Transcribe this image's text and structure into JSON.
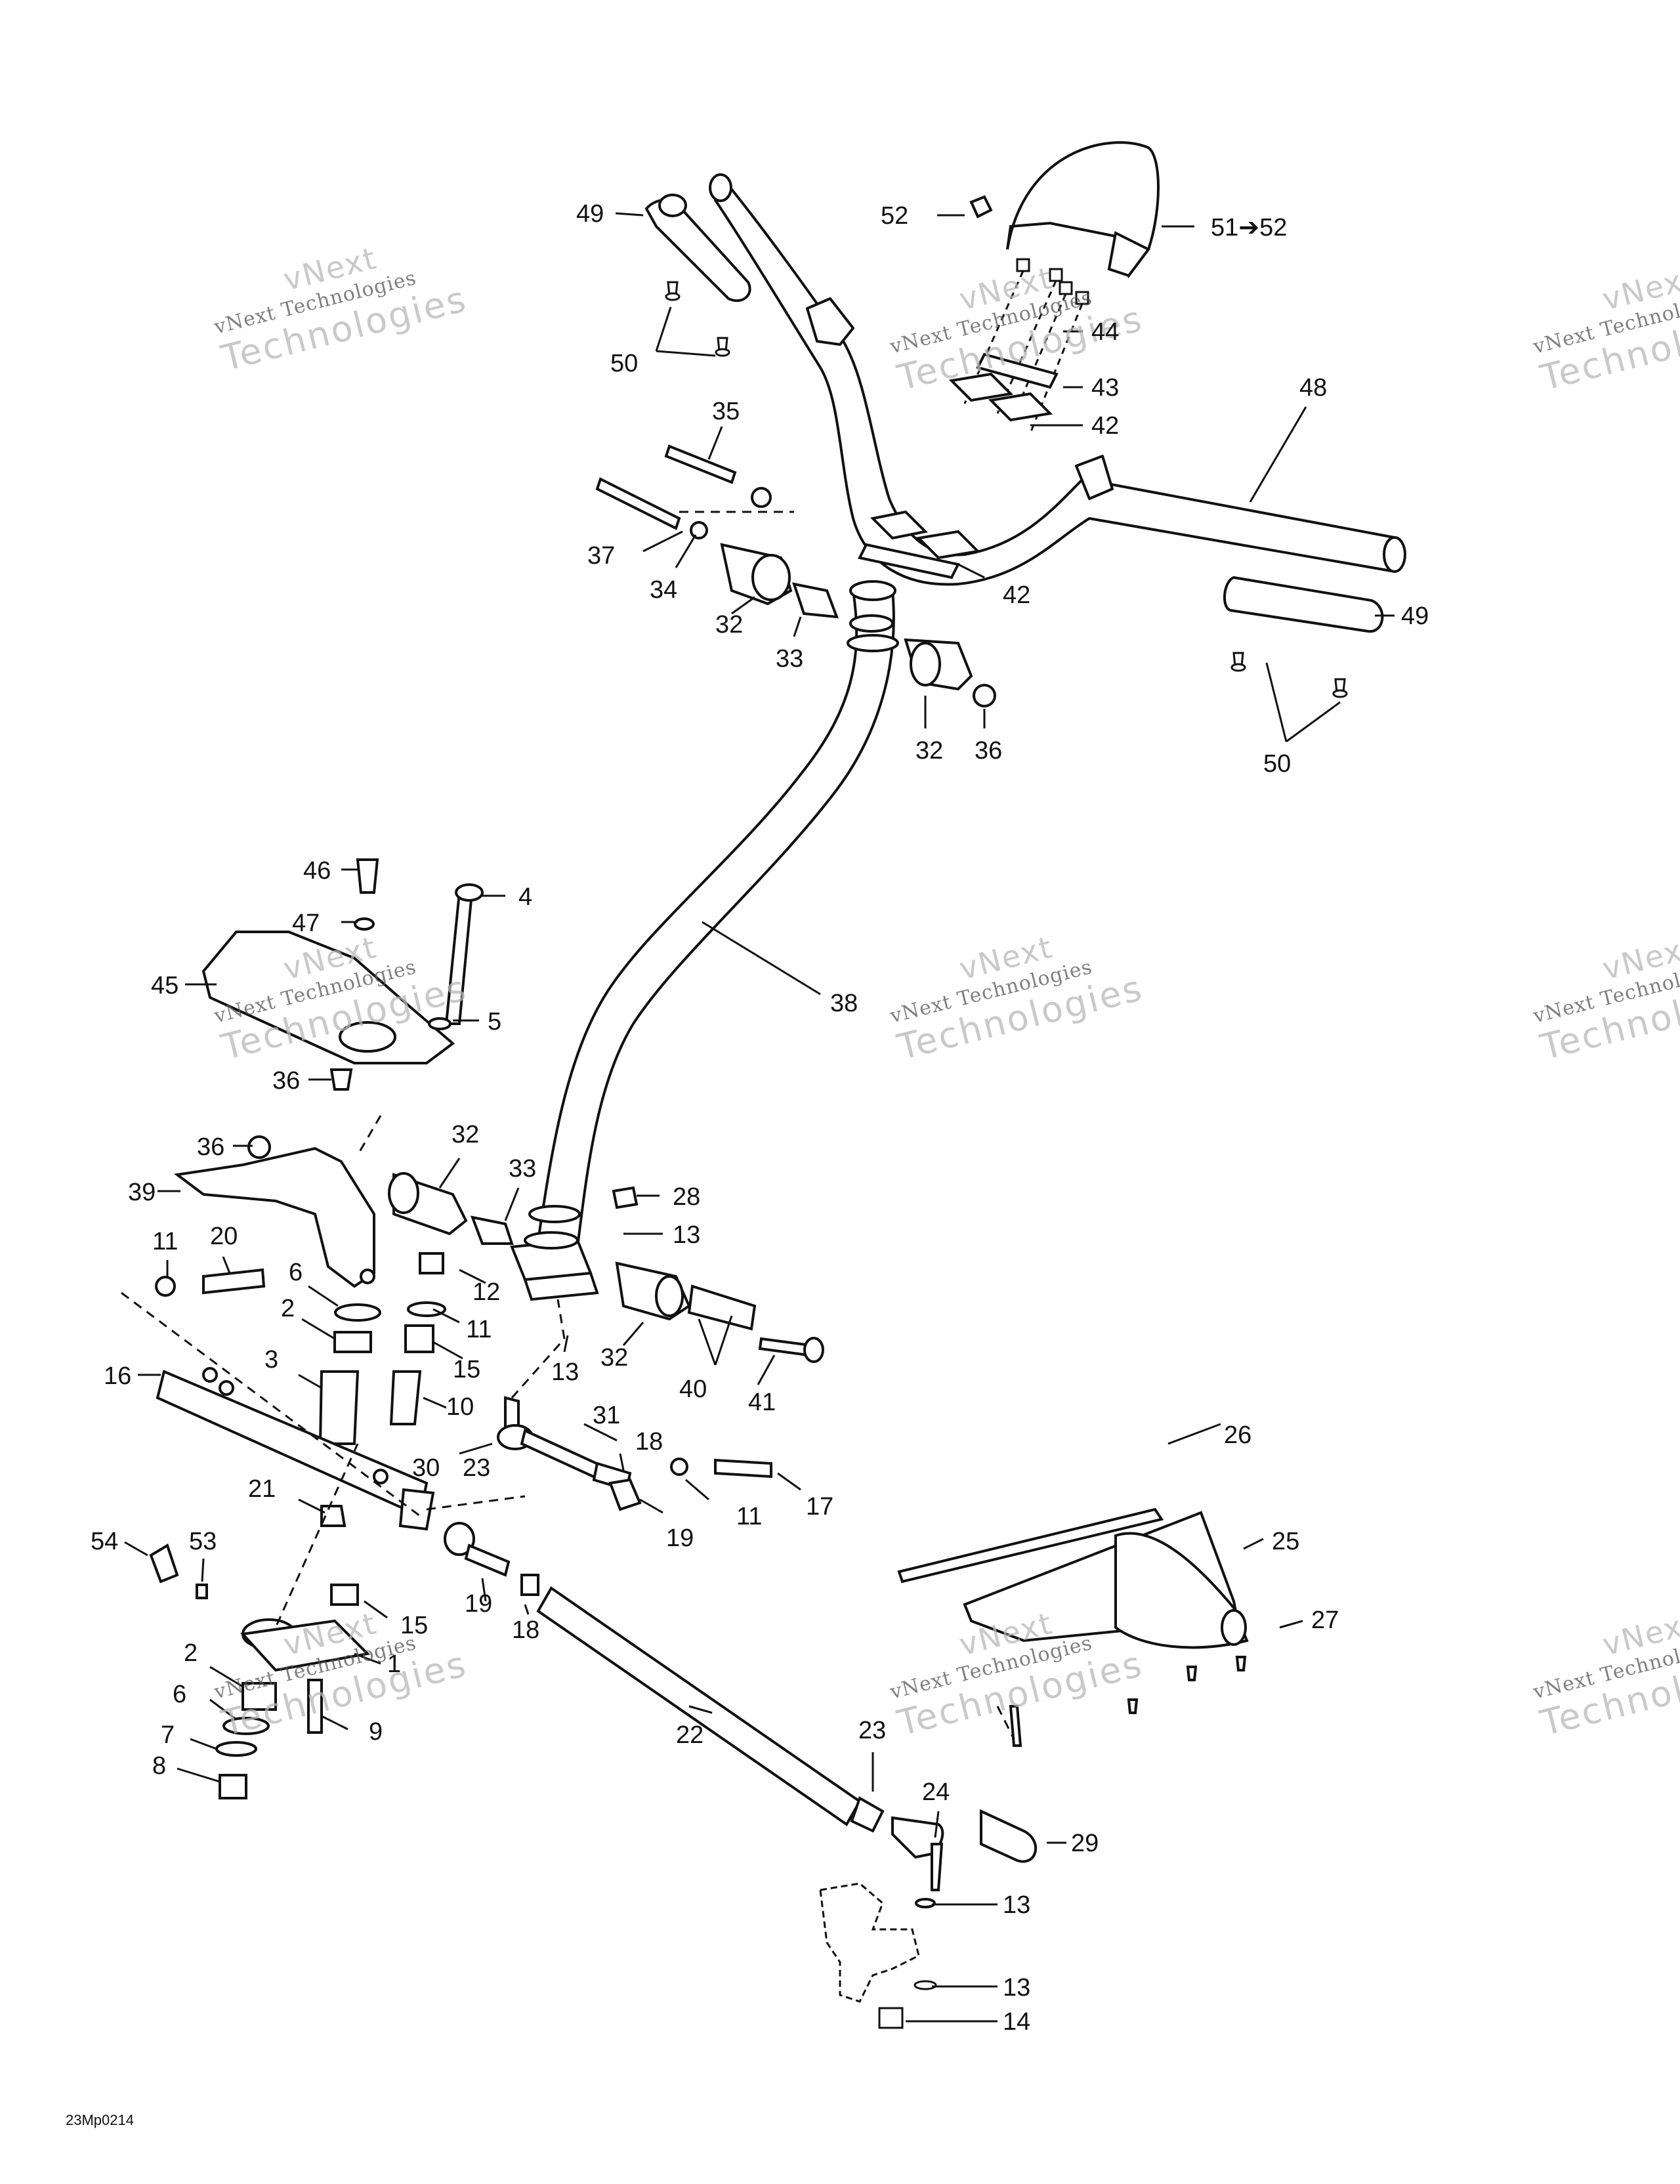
{
  "diagram_id": "23Mp0214",
  "watermark": {
    "line1": "vNext",
    "line2": "vNext Technologies",
    "line3": "Technologies"
  },
  "callouts": {
    "c49a": "49",
    "c50a": "50",
    "c52": "52",
    "c5152": "51➔52",
    "c44": "44",
    "c43": "43",
    "c42a": "42",
    "c42b": "42",
    "c48": "48",
    "c49b": "49",
    "c50b": "50",
    "c35": "35",
    "c37": "37",
    "c34": "34",
    "c32a": "32",
    "c33a": "33",
    "c32b": "32",
    "c36a": "36",
    "c46": "46",
    "c4": "4",
    "c47": "47",
    "c45": "45",
    "c5": "5",
    "c36b": "36",
    "c38": "38",
    "c36c": "36",
    "c32c": "32",
    "c33b": "33",
    "c28": "28",
    "c39": "39",
    "c13a": "13",
    "c11a": "11",
    "c20": "20",
    "c6a": "6",
    "c12": "12",
    "c2a": "2",
    "c11b": "11",
    "c32d": "32",
    "c15a": "15",
    "c13b": "13",
    "c40": "40",
    "c41": "41",
    "c16": "16",
    "c3": "3",
    "c10": "10",
    "c31": "31",
    "c18a": "18",
    "c30": "30",
    "c23a": "23",
    "c11c": "11",
    "c17": "17",
    "c21": "21",
    "c19a": "19",
    "c26": "26",
    "c54": "54",
    "c53": "53",
    "c25": "25",
    "c19b": "19",
    "c18b": "18",
    "c15b": "15",
    "c1": "1",
    "c27": "27",
    "c2b": "2",
    "c6b": "6",
    "c9": "9",
    "c22": "22",
    "c7": "7",
    "c8": "8",
    "c23b": "23",
    "c24": "24",
    "c29": "29",
    "c13c": "13",
    "c13d": "13",
    "c14": "14"
  }
}
